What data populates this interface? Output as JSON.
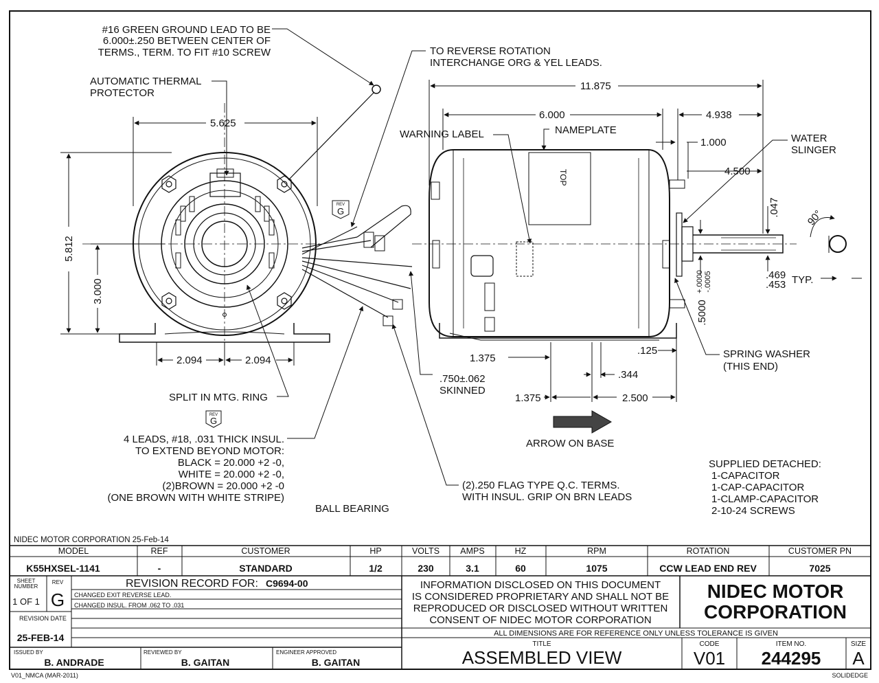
{
  "notes": {
    "ground_lead": [
      "#16 GREEN GROUND LEAD TO BE",
      "6.000±.250 BETWEEN CENTER OF",
      "TERMS., TERM. TO FIT #10 SCREW"
    ],
    "thermal": [
      "AUTOMATIC THERMAL",
      "PROTECTOR"
    ],
    "reverse": [
      "TO REVERSE ROTATION",
      "INTERCHANGE ORG & YEL LEADS."
    ],
    "warning_label": "WARNING LABEL",
    "nameplate": "NAMEPLATE",
    "top": "TOP",
    "water_slinger": [
      "WATER",
      "SLINGER"
    ],
    "spring_washer": [
      "SPRING WASHER",
      "(THIS END)"
    ],
    "skinned": [
      ".750±.062",
      "SKINNED"
    ],
    "split_ring": "SPLIT IN MTG. RING",
    "leads": [
      "4 LEADS, #18, .031 THICK INSUL.",
      "TO EXTEND BEYOND MOTOR:",
      "BLACK = 20.000 +2 -0,",
      "WHITE = 20.000 +2 -0,",
      "(2)BROWN = 20.000 +2 -0",
      "(ONE BROWN WITH WHITE STRIPE)"
    ],
    "flag_terms": [
      "(2).250 FLAG TYPE Q.C. TERMS.",
      "WITH INSUL. GRIP ON BRN LEADS"
    ],
    "ball_bearing": "BALL BEARING",
    "arrow_on_base": "ARROW ON BASE",
    "supplied": [
      "SUPPLIED DETACHED:",
      "1-CAPACITOR",
      "1-CAP-CAPACITOR",
      "1-CLAMP-CAPACITOR",
      "2-10-24 SCREWS"
    ],
    "rev_mark": "REV",
    "rev_letter": "G",
    "typ": "TYP.",
    "corp_line": "NIDEC MOTOR CORPORATION 25-Feb-14"
  },
  "dims": {
    "d5625": "5.625",
    "d5812": "5.812",
    "d3000": "3.000",
    "d2094a": "2.094",
    "d2094b": "2.094",
    "d11875": "11.875",
    "d6000": "6.000",
    "d4938": "4.938",
    "d1000": "1.000",
    "d4500": "4.500",
    "d047": ".047",
    "d90": "90°",
    "d469": ".469",
    "d453": ".453",
    "d5000": ".5000",
    "tol_plus": "+.0000",
    "tol_minus": "-.0005",
    "d1375a": "1.375",
    "d125": ".125",
    "d344": ".344",
    "d1375b": "1.375",
    "d2500": "2.500"
  },
  "table": {
    "headers": [
      "MODEL",
      "REF",
      "CUSTOMER",
      "HP",
      "VOLTS",
      "AMPS",
      "HZ",
      "RPM",
      "ROTATION",
      "CUSTOMER PN"
    ],
    "values": [
      "K55HXSEL-1141",
      "-",
      "STANDARD",
      "1/2",
      "230",
      "3.1",
      "60",
      "1075",
      "CCW LEAD END REV",
      "7025"
    ]
  },
  "revision": {
    "sheet_label": [
      "SHEET",
      "NUMBER"
    ],
    "sheet_value": "1 OF 1",
    "rev_label": "REV",
    "rev_value": "G",
    "record_label": "REVISION RECORD FOR:",
    "record_id": "C9694-00",
    "changes": [
      "CHANGED EXIT REVERSE LEAD.",
      "CHANGED INSUL. FROM .062 TO .031"
    ],
    "date_label": "REVISION DATE",
    "date_value": "25-FEB-14"
  },
  "proprietary": [
    "INFORMATION DISCLOSED ON THIS DOCUMENT",
    "IS CONSIDERED PROPRIETARY AND SHALL NOT BE",
    "REPRODUCED OR DISCLOSED WITHOUT WRITTEN",
    "CONSENT OF NIDEC MOTOR CORPORATION"
  ],
  "company": [
    "NIDEC MOTOR",
    "CORPORATION"
  ],
  "dims_note": "ALL DIMENSIONS ARE FOR REFERENCE ONLY UNLESS TOLERANCE IS GIVEN",
  "title_block": {
    "title_label": "TITLE",
    "title_value": "ASSEMBLED VIEW",
    "code_label": "CODE",
    "code_value": "V01",
    "item_label": "ITEM NO.",
    "item_value": "244295",
    "size_label": "SIZE",
    "size_value": "A"
  },
  "signoff": {
    "issued_label": "ISSUED BY",
    "issued_value": "B. ANDRADE",
    "reviewed_label": "REVIEWED BY",
    "reviewed_value": "B. GAITAN",
    "engineer_label": "ENGINEER APPROVED",
    "engineer_value": "B. GAITAN"
  },
  "footer": {
    "left": "V01_NMCA (MAR-2011)",
    "right": "SOLIDEDGE"
  }
}
